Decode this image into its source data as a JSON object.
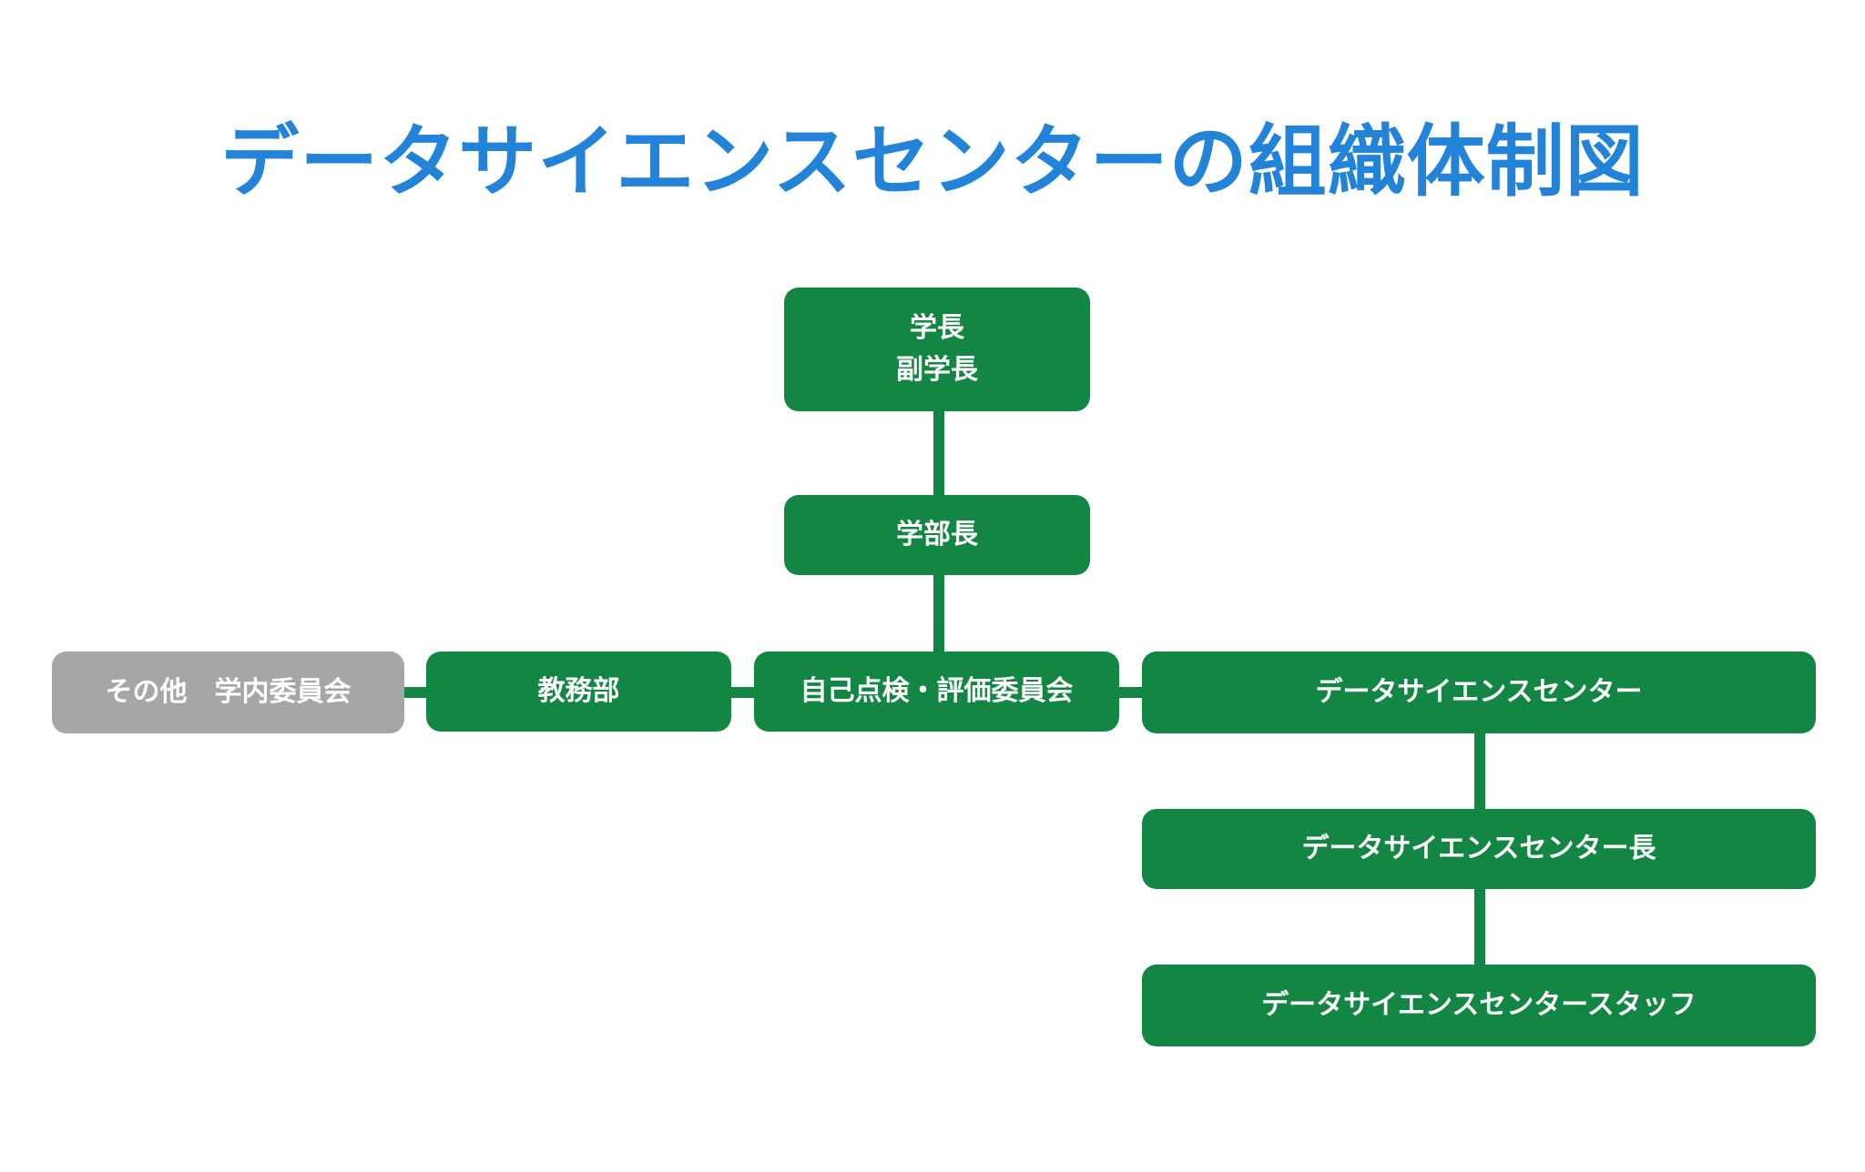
{
  "title": "データサイエンスセンターの組織体制図",
  "colors": {
    "title": "#2283d8",
    "node": "#148643",
    "node_muted": "#a6a6a6",
    "connector": "#148643",
    "text": "#ffffff"
  },
  "nodes": {
    "president": {
      "line1": "学長",
      "line2": "副学長"
    },
    "dean": {
      "label": "学部長"
    },
    "self_review": {
      "label": "自己点検・評価委員会"
    },
    "academic_affairs": {
      "label": "教務部"
    },
    "other_committees": {
      "label": "その他　学内委員会"
    },
    "ds_center": {
      "label": "データサイエンスセンター"
    },
    "ds_center_head": {
      "label": "データサイエンスセンター長"
    },
    "ds_center_staff": {
      "label": "データサイエンスセンタースタッフ"
    }
  }
}
